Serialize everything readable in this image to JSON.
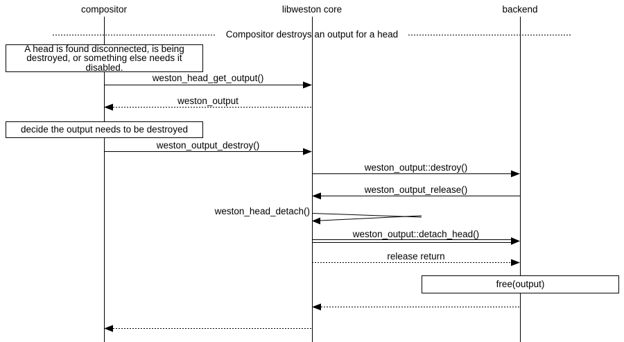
{
  "diagram": {
    "title": "Compositor destroys an output for a head",
    "colors": {
      "line": "#000000",
      "background": "#ffffff",
      "text": "#000000"
    },
    "actors": [
      {
        "label": "compositor"
      },
      {
        "label": "libweston core"
      },
      {
        "label": "backend"
      }
    ],
    "divider": {
      "label": "Compositor destroys an output for a head"
    },
    "notes": [
      {
        "text": "A head is found disconnected, is being destroyed, or something else needs it disabled.",
        "over": "compositor"
      },
      {
        "text": "decide the output needs to be destroyed",
        "over": "compositor"
      },
      {
        "text": "free(output)",
        "over": "backend"
      }
    ],
    "messages": [
      {
        "label": "weston_head_get_output()",
        "from": "compositor",
        "to": "libweston core",
        "style": "solid"
      },
      {
        "label": "weston_output",
        "from": "libweston core",
        "to": "compositor",
        "style": "dotted"
      },
      {
        "label": "weston_output_destroy()",
        "from": "compositor",
        "to": "libweston core",
        "style": "solid"
      },
      {
        "label": "weston_output::destroy()",
        "from": "libweston core",
        "to": "backend",
        "style": "solid"
      },
      {
        "label": "weston_output_release()",
        "from": "backend",
        "to": "libweston core",
        "style": "solid"
      },
      {
        "label": "weston_head_detach()",
        "from": "libweston core",
        "to": "libweston core",
        "style": "self"
      },
      {
        "label": "weston_output::detach_head()",
        "from": "libweston core",
        "to": "backend",
        "style": "double"
      },
      {
        "label": "release return",
        "from": "libweston core",
        "to": "backend",
        "style": "dotted"
      },
      {
        "label": "",
        "from": "backend",
        "to": "libweston core",
        "style": "dotted"
      },
      {
        "label": "",
        "from": "libweston core",
        "to": "compositor",
        "style": "dotted"
      }
    ]
  }
}
